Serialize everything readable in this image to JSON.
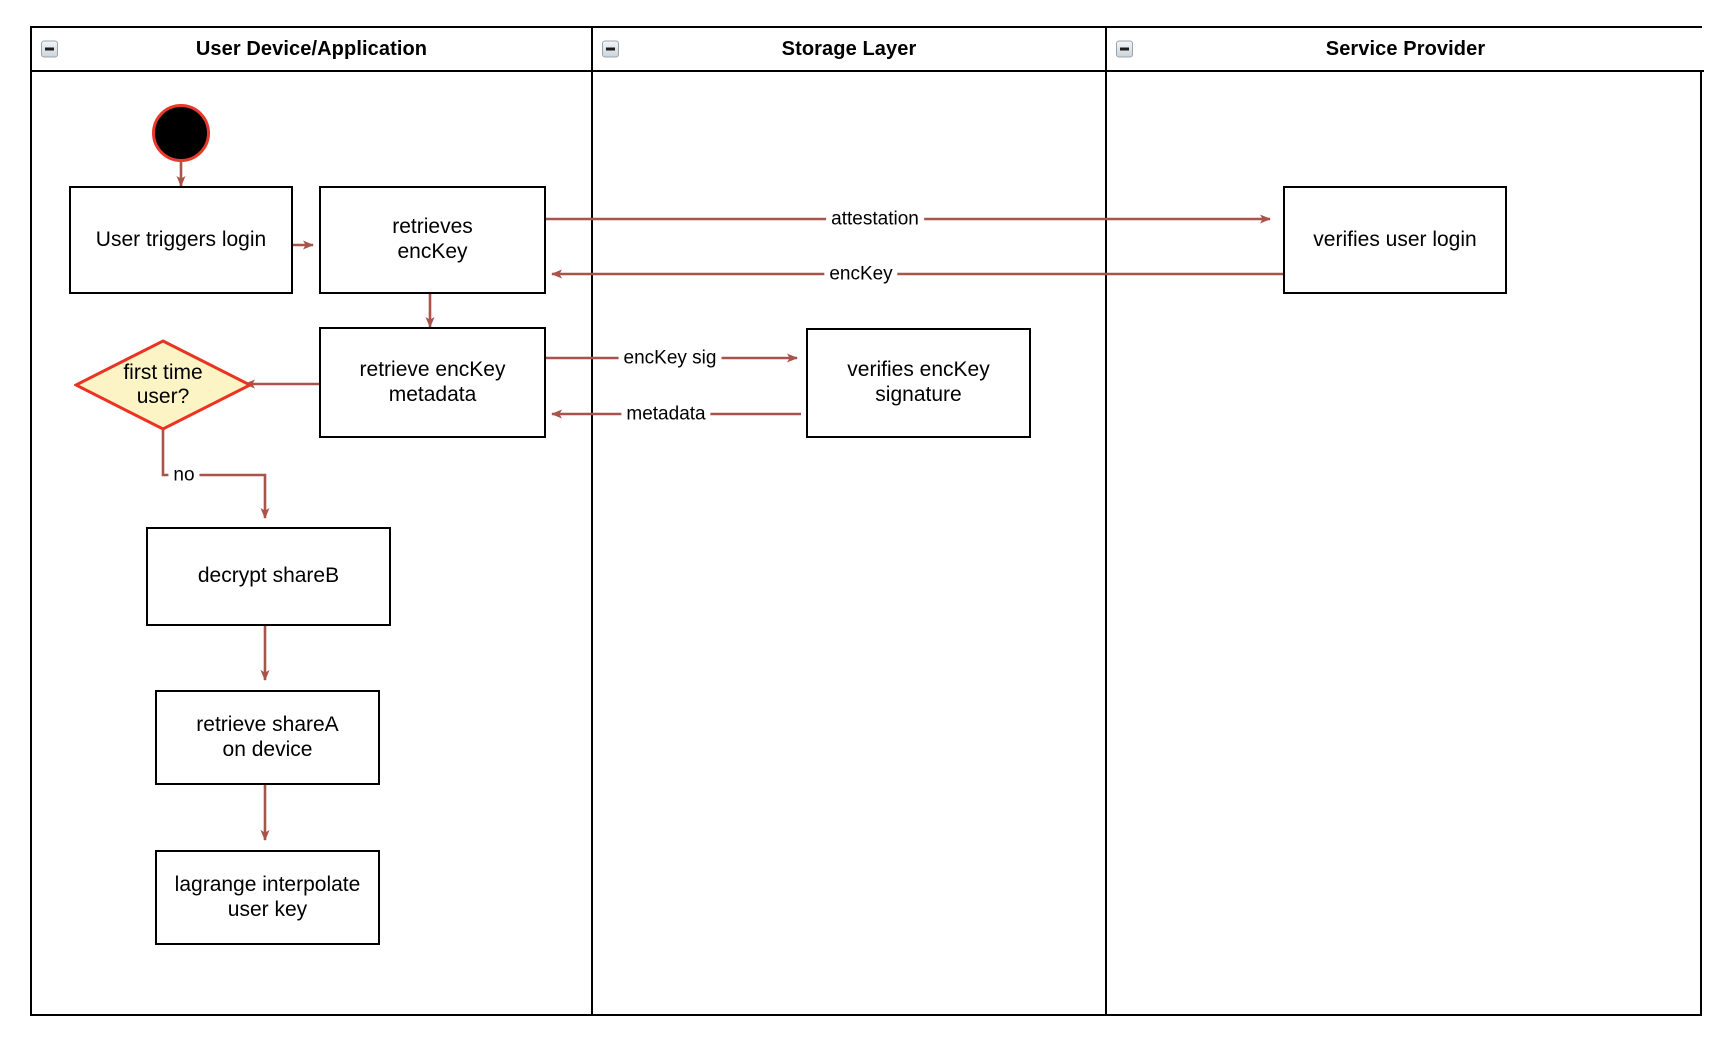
{
  "diagram": {
    "type": "uml-swimlane-activity-diagram",
    "edge_color": "#a8534b",
    "node_border_color": "#000000",
    "decision_fill": "#fcf4c5",
    "decision_border": "#ea3323",
    "start_node_fill": "#000000",
    "start_node_ring": "#e8392b"
  },
  "lanes": [
    {
      "id": "user-device",
      "title": "User Device/Application",
      "collapse_icon": "collapse-minus-icon"
    },
    {
      "id": "storage-layer",
      "title": "Storage Layer",
      "collapse_icon": "collapse-minus-icon"
    },
    {
      "id": "service-provider",
      "title": "Service Provider",
      "collapse_icon": "collapse-minus-icon"
    }
  ],
  "nodes": [
    {
      "id": "start",
      "lane": "user-device",
      "shape": "initial-node",
      "label": ""
    },
    {
      "id": "user-triggers-login",
      "lane": "user-device",
      "shape": "action",
      "label": "User triggers login"
    },
    {
      "id": "retrieves-enckey",
      "lane": "user-device",
      "shape": "action",
      "label": "retrieves\nencKey"
    },
    {
      "id": "retrieve-enckey-metadata",
      "lane": "user-device",
      "shape": "action",
      "label": "retrieve encKey\nmetadata"
    },
    {
      "id": "first-time-user",
      "lane": "user-device",
      "shape": "decision",
      "label": "first time\nuser?"
    },
    {
      "id": "decrypt-shareb",
      "lane": "user-device",
      "shape": "action",
      "label": "decrypt shareB"
    },
    {
      "id": "retrieve-sharea-on-device",
      "lane": "user-device",
      "shape": "action",
      "label": "retrieve shareA\non device"
    },
    {
      "id": "lagrange-interpolate-user-key",
      "lane": "user-device",
      "shape": "action",
      "label": "lagrange interpolate\nuser key"
    },
    {
      "id": "verifies-enckey-signature",
      "lane": "storage-layer",
      "shape": "action",
      "label": "verifies encKey\nsignature"
    },
    {
      "id": "verifies-user-login",
      "lane": "service-provider",
      "shape": "action",
      "label": "verifies user login"
    }
  ],
  "edges": [
    {
      "id": "start-to-login",
      "from": "start",
      "to": "user-triggers-login",
      "label": ""
    },
    {
      "id": "login-to-retrieves",
      "from": "user-triggers-login",
      "to": "retrieves-enckey",
      "label": ""
    },
    {
      "id": "attestation",
      "from": "retrieves-enckey",
      "to": "verifies-user-login",
      "label": "attestation"
    },
    {
      "id": "enckey-return",
      "from": "verifies-user-login",
      "to": "retrieves-enckey",
      "label": "encKey"
    },
    {
      "id": "retrieves-to-metadata",
      "from": "retrieves-enckey",
      "to": "retrieve-enckey-metadata",
      "label": ""
    },
    {
      "id": "enckey-sig",
      "from": "retrieve-enckey-metadata",
      "to": "verifies-enckey-signature",
      "label": "encKey sig"
    },
    {
      "id": "metadata-return",
      "from": "verifies-enckey-signature",
      "to": "retrieve-enckey-metadata",
      "label": "metadata"
    },
    {
      "id": "metadata-to-decision",
      "from": "retrieve-enckey-metadata",
      "to": "first-time-user",
      "label": ""
    },
    {
      "id": "decision-no",
      "from": "first-time-user",
      "to": "decrypt-shareb",
      "label": "no"
    },
    {
      "id": "shareb-to-sharea",
      "from": "decrypt-shareb",
      "to": "retrieve-sharea-on-device",
      "label": ""
    },
    {
      "id": "sharea-to-lagrange",
      "from": "retrieve-sharea-on-device",
      "to": "lagrange-interpolate-user-key",
      "label": ""
    }
  ]
}
